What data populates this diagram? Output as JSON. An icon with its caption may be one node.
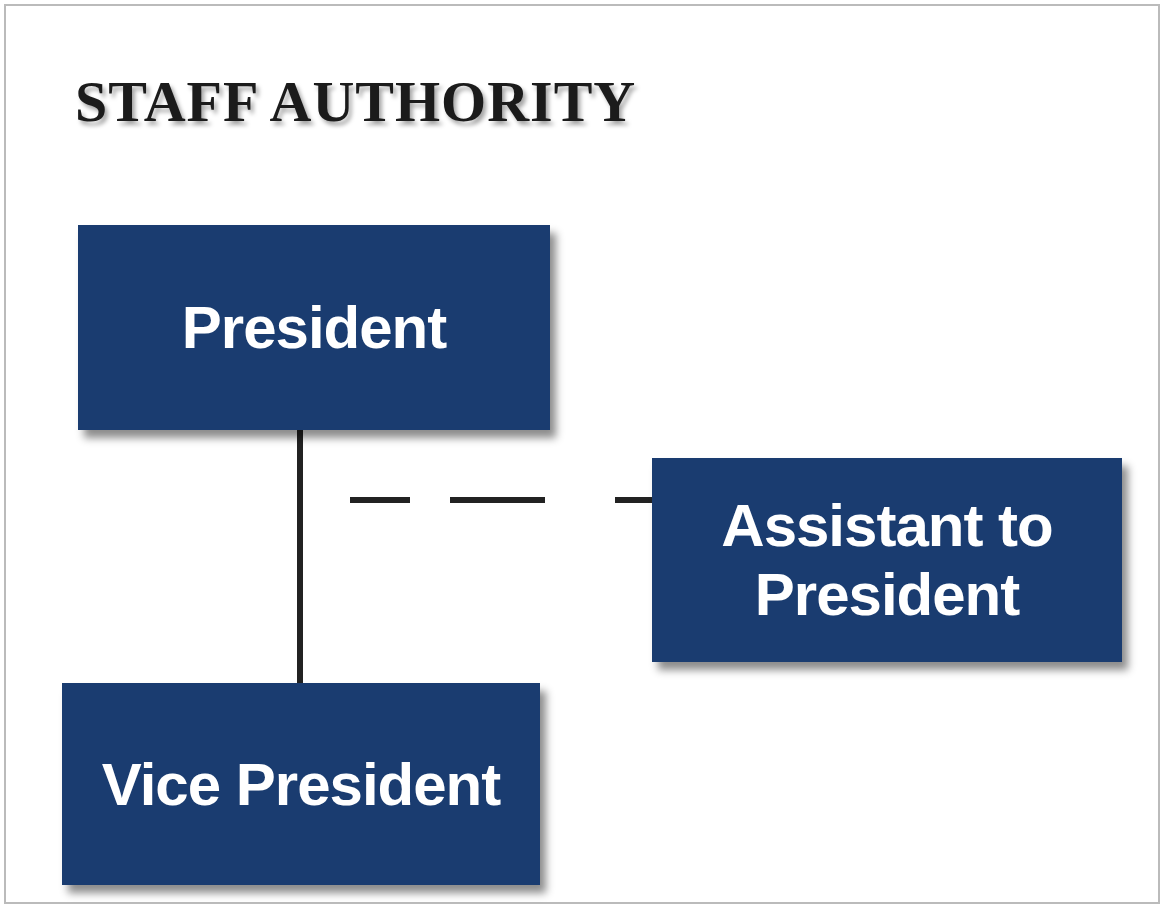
{
  "diagram": {
    "title": "STAFF AUTHORITY",
    "nodes": [
      {
        "text": [
          "President"
        ]
      },
      {
        "text": [
          "Assistant to President"
        ]
      },
      {
        "text": [
          "Vice President"
        ]
      }
    ],
    "edges": [
      {
        "from": 0,
        "to": 2,
        "arrow": "none"
      },
      {
        "from": 0,
        "to": 1,
        "arrow": "none",
        "style": "dashed"
      }
    ]
  }
}
